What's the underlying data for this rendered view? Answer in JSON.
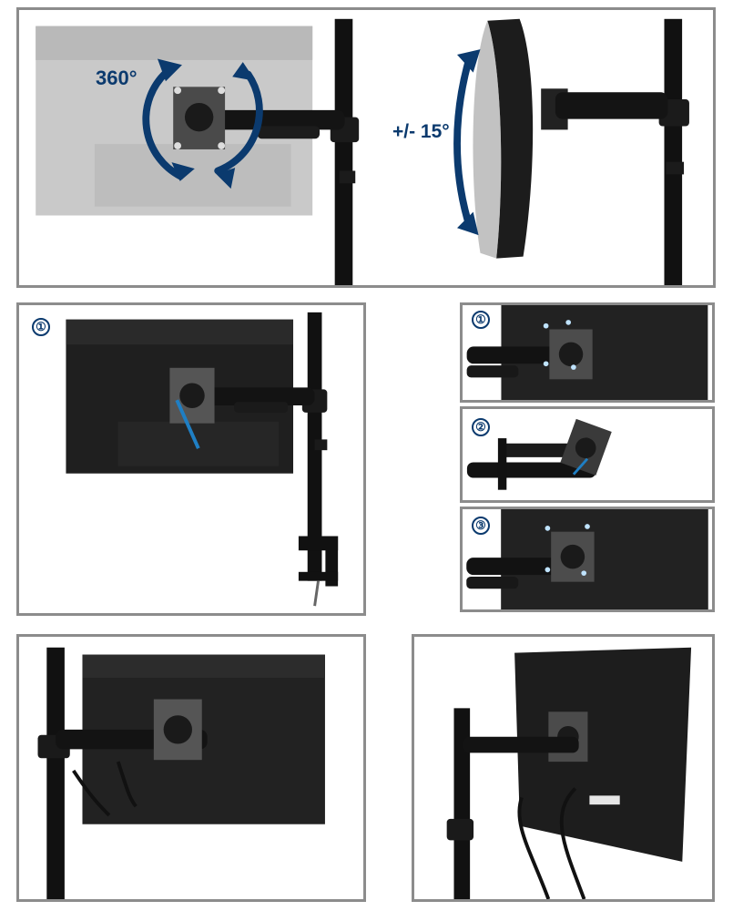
{
  "top_panel": {
    "rotate_label": "360°",
    "tilt_label": "+/- 15°"
  },
  "install_panel": {
    "step": "①"
  },
  "steps": [
    {
      "step": "①"
    },
    {
      "step": "②"
    },
    {
      "step": "③"
    }
  ],
  "colors": {
    "accent": "#0b3a6e",
    "frame": "#8c8c8c",
    "mount": "#111111",
    "monitor_back": "#1e1e1e",
    "monitor_grey": "#c4c4c4"
  },
  "icons": [
    "rotate-arrow-icon",
    "tilt-arrow-icon",
    "step-number-icon"
  ]
}
